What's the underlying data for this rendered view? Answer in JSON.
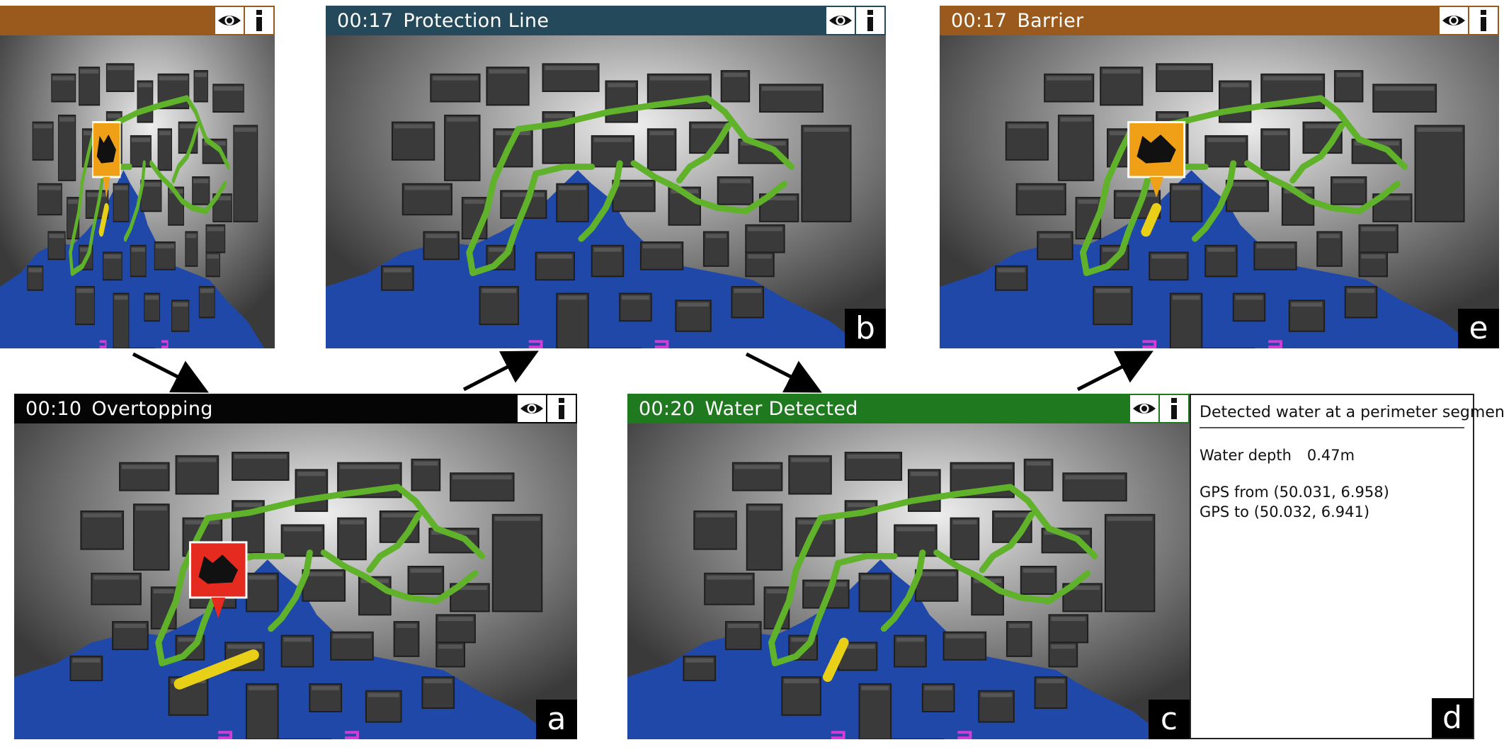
{
  "panels": [
    {
      "id": "panel-top-left",
      "title": "",
      "time": "",
      "header_color": "#9a5a1e",
      "letter": "",
      "marker": "orange",
      "barrier": "small"
    },
    {
      "id": "panel-b",
      "title": "Protection Line",
      "time": "00:17",
      "header_color": "#24495a",
      "letter": "b",
      "marker": "none",
      "barrier": "none"
    },
    {
      "id": "panel-e",
      "title": "Barrier",
      "time": "00:17",
      "header_color": "#9a5a1e",
      "letter": "e",
      "marker": "orange",
      "barrier": "small"
    },
    {
      "id": "panel-a",
      "title": "Overtopping",
      "time": "00:10",
      "header_color": "#050505",
      "letter": "a",
      "marker": "red",
      "barrier": "long"
    },
    {
      "id": "panel-c",
      "title": "Water Detected",
      "time": "00:20",
      "header_color": "#1f7a1f",
      "letter": "c",
      "marker": "none",
      "barrier": "short"
    }
  ],
  "info": {
    "title": "Detected water at a perimeter segment",
    "depth_label": "Water depth",
    "depth_value": "0.47m",
    "gps_from": "GPS from  (50.031, 6.958)",
    "gps_to": "GPS to (50.032, 6.941)",
    "letter": "d"
  },
  "icons": {
    "eye": "eye-icon",
    "info": "info-icon"
  },
  "colors": {
    "water": "#1f48a8",
    "perimeter": "#5fb22a",
    "barrier": "#e8cf18",
    "marker_orange": "#f0a017",
    "marker_red": "#e52a1f"
  }
}
